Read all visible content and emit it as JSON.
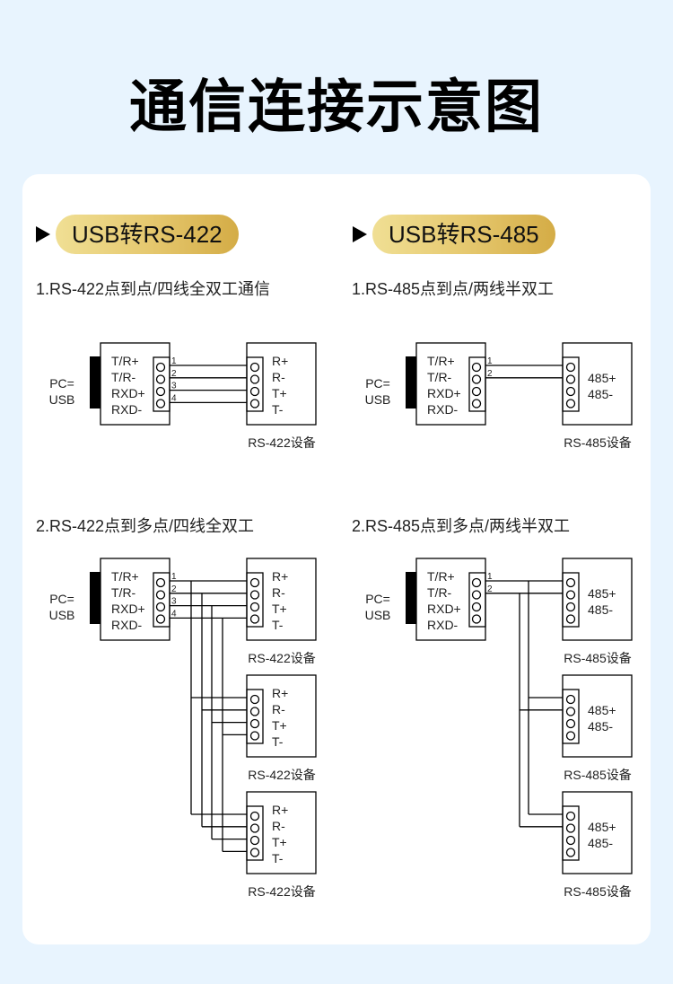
{
  "page": {
    "title": "通信连接示意图",
    "colors": {
      "background": "#e8f4fe",
      "card": "#ffffff",
      "pill_start": "#f0df94",
      "pill_end": "#d4ac46",
      "line": "#000000"
    }
  },
  "sections": [
    {
      "header": "USB转RS-422",
      "diagrams": [
        {
          "title": "1.RS-422点到点/四线全双工通信",
          "host": {
            "label_line1": "PC=",
            "label_line2": "USB",
            "pins": [
              "T/R+",
              "T/R-",
              "RXD+",
              "RXD-"
            ]
          },
          "wire_numbers": [
            "1",
            "2",
            "3",
            "4"
          ],
          "wires_used": 4,
          "devices": [
            {
              "pins": [
                "R+",
                "R-",
                "T+",
                "T-"
              ],
              "caption": "RS-422设备"
            }
          ]
        },
        {
          "title": "2.RS-422点到多点/四线全双工",
          "host": {
            "label_line1": "PC=",
            "label_line2": "USB",
            "pins": [
              "T/R+",
              "T/R-",
              "RXD+",
              "RXD-"
            ]
          },
          "wire_numbers": [
            "1",
            "2",
            "3",
            "4"
          ],
          "wires_used": 4,
          "devices": [
            {
              "pins": [
                "R+",
                "R-",
                "T+",
                "T-"
              ],
              "caption": "RS-422设备"
            },
            {
              "pins": [
                "R+",
                "R-",
                "T+",
                "T-"
              ],
              "caption": "RS-422设备"
            },
            {
              "pins": [
                "R+",
                "R-",
                "T+",
                "T-"
              ],
              "caption": "RS-422设备"
            }
          ]
        }
      ]
    },
    {
      "header": "USB转RS-485",
      "diagrams": [
        {
          "title": "1.RS-485点到点/两线半双工",
          "host": {
            "label_line1": "PC=",
            "label_line2": "USB",
            "pins": [
              "T/R+",
              "T/R-",
              "RXD+",
              "RXD-"
            ]
          },
          "wire_numbers": [
            "1",
            "2"
          ],
          "wires_used": 2,
          "devices": [
            {
              "pins": [
                "485+",
                "485-"
              ],
              "caption": "RS-485设备"
            }
          ]
        },
        {
          "title": "2.RS-485点到多点/两线半双工",
          "host": {
            "label_line1": "PC=",
            "label_line2": "USB",
            "pins": [
              "T/R+",
              "T/R-",
              "RXD+",
              "RXD-"
            ]
          },
          "wire_numbers": [
            "1",
            "2"
          ],
          "wires_used": 2,
          "devices": [
            {
              "pins": [
                "485+",
                "485-"
              ],
              "caption": "RS-485设备"
            },
            {
              "pins": [
                "485+",
                "485-"
              ],
              "caption": "RS-485设备"
            },
            {
              "pins": [
                "485+",
                "485-"
              ],
              "caption": "RS-485设备"
            }
          ]
        }
      ]
    }
  ]
}
